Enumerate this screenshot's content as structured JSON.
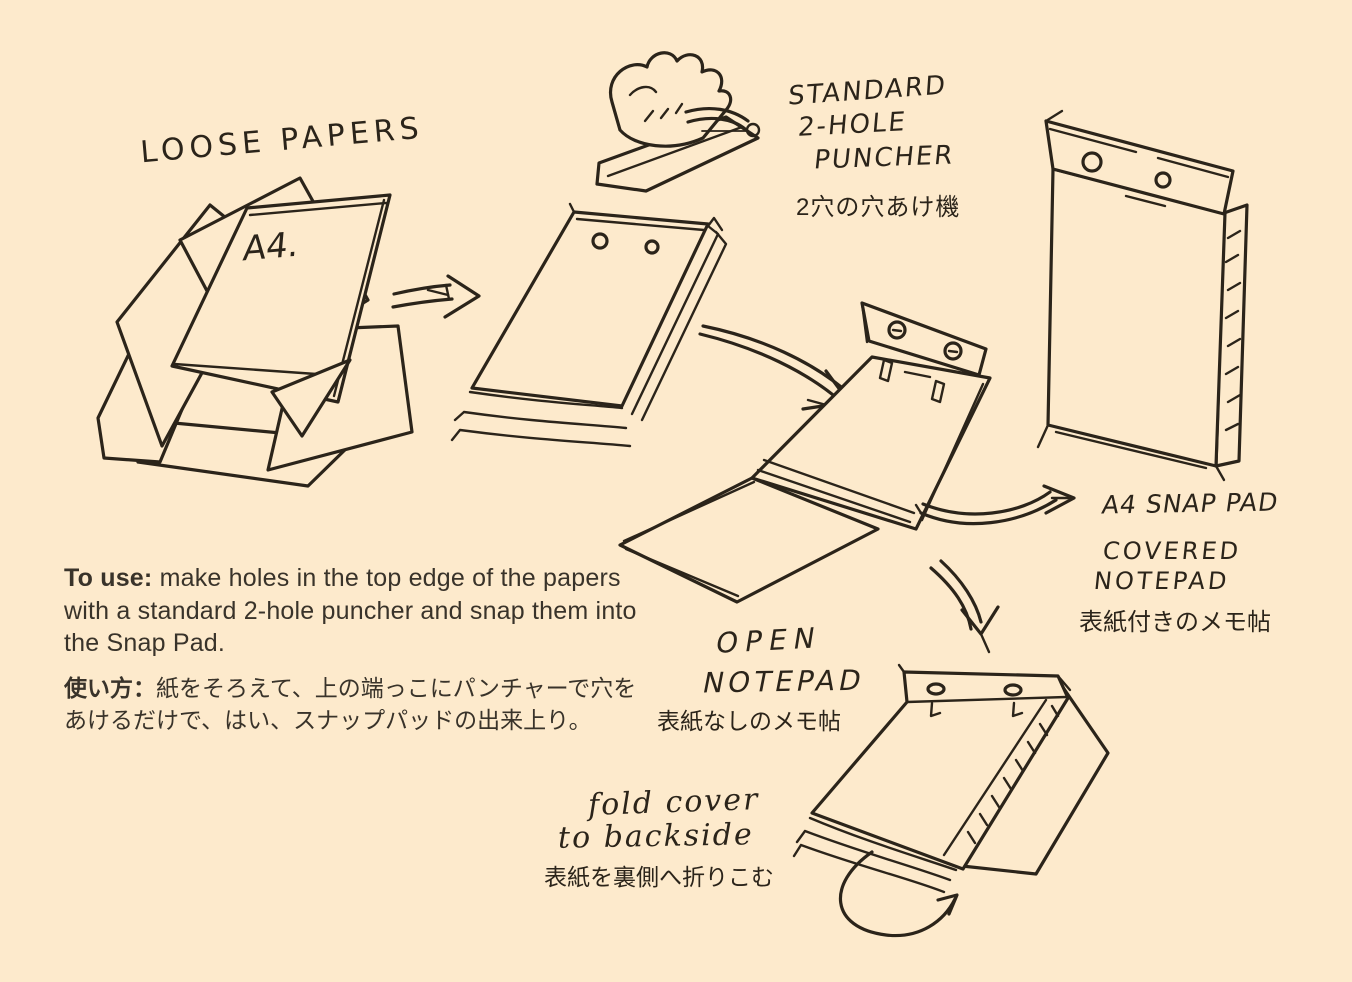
{
  "page": {
    "background_color": "#fdeacc",
    "ink_color": "#2b241a",
    "body_text_color": "#39332a"
  },
  "labels": {
    "loose_papers": "LOOSE PAPERS",
    "a4_sheet": "A4.",
    "puncher": {
      "line1": "STANDARD",
      "line2": "2-HOLE",
      "line3": "PUNCHER",
      "jp": "2穴の穴あけ機"
    },
    "snap_pad": {
      "line1": "A4 SNAP PAD",
      "line2": "COVERED",
      "line3": "NOTEPAD",
      "jp": "表紙付きのメモ帖"
    },
    "open_notepad": {
      "line1": "OPEN",
      "line2": "NOTEPAD",
      "jp": "表紙なしのメモ帖"
    },
    "fold": {
      "line1": "fold cover",
      "line2": "to backside",
      "jp": "表紙を裏側へ折りこむ"
    }
  },
  "instructions": {
    "en_lead": "To use:",
    "en_body": " make holes in the top edge of the papers with a standard 2-hole puncher and snap them into the Snap Pad.",
    "jp_lead": "使い方：",
    "jp_body": "紙をそろえて、上の端っこにパンチャーで穴をあけるだけで、はい、スナップパッドの出来上り。"
  },
  "illustrations": [
    "loose-papers-pile",
    "two-hole-puncher-with-hand",
    "punched-paper-stack",
    "right-arrow",
    "arrow-into-pad",
    "open-snap-pad",
    "covered-snap-pad",
    "arrow-to-label",
    "arrow-down",
    "open-notepad-stack",
    "fold-cover-arrow"
  ]
}
